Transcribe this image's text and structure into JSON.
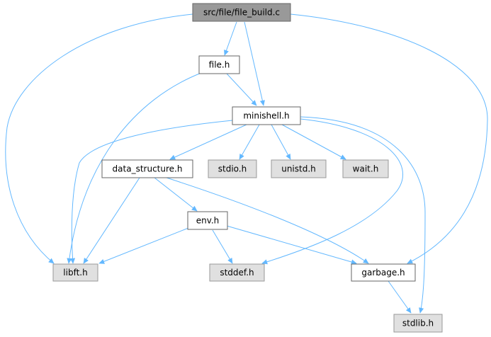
{
  "diagram": {
    "nodes": [
      {
        "id": "root",
        "label": "src/file/file_build.c",
        "style": "root"
      },
      {
        "id": "file",
        "label": "file.h",
        "style": "doc"
      },
      {
        "id": "minishell",
        "label": "minishell.h",
        "style": "doc"
      },
      {
        "id": "data_structure",
        "label": "data_structure.h",
        "style": "doc"
      },
      {
        "id": "stdio",
        "label": "stdio.h",
        "style": "system"
      },
      {
        "id": "unistd",
        "label": "unistd.h",
        "style": "system"
      },
      {
        "id": "wait",
        "label": "wait.h",
        "style": "system"
      },
      {
        "id": "env",
        "label": "env.h",
        "style": "doc"
      },
      {
        "id": "libft",
        "label": "libft.h",
        "style": "system"
      },
      {
        "id": "stddef",
        "label": "stddef.h",
        "style": "system"
      },
      {
        "id": "garbage",
        "label": "garbage.h",
        "style": "doc"
      },
      {
        "id": "stdlib",
        "label": "stdlib.h",
        "style": "system"
      }
    ],
    "edges": [
      {
        "from": "root",
        "to": "file"
      },
      {
        "from": "root",
        "to": "minishell"
      },
      {
        "from": "root",
        "to": "libft"
      },
      {
        "from": "root",
        "to": "garbage"
      },
      {
        "from": "file",
        "to": "minishell"
      },
      {
        "from": "file",
        "to": "libft"
      },
      {
        "from": "minishell",
        "to": "data_structure"
      },
      {
        "from": "minishell",
        "to": "stdio"
      },
      {
        "from": "minishell",
        "to": "unistd"
      },
      {
        "from": "minishell",
        "to": "wait"
      },
      {
        "from": "minishell",
        "to": "libft"
      },
      {
        "from": "minishell",
        "to": "stddef"
      },
      {
        "from": "minishell",
        "to": "stdlib"
      },
      {
        "from": "data_structure",
        "to": "env"
      },
      {
        "from": "data_structure",
        "to": "libft"
      },
      {
        "from": "data_structure",
        "to": "garbage"
      },
      {
        "from": "env",
        "to": "libft"
      },
      {
        "from": "env",
        "to": "stddef"
      },
      {
        "from": "env",
        "to": "garbage"
      },
      {
        "from": "garbage",
        "to": "stdlib"
      }
    ],
    "colors": {
      "edge": "#63b8ff",
      "root_fill": "#999999",
      "root_stroke": "#666666",
      "doc_fill": "#ffffff",
      "doc_stroke": "#666666",
      "system_fill": "#e0e0e0",
      "system_stroke": "#999999"
    }
  }
}
